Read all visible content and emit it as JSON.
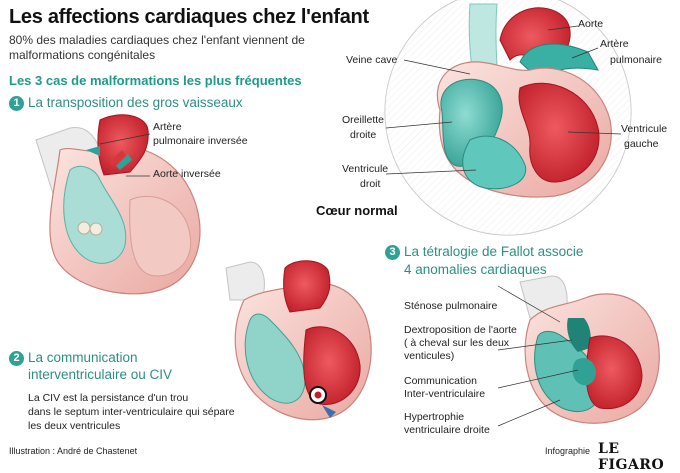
{
  "header": {
    "title": "Les affections cardiaques chez l'enfant",
    "subtitle": "80% des maladies cardiaques chez l'enfant viennent de malformations congénitales",
    "section_title": "Les 3 cas de malformations les plus fréquentes"
  },
  "normal_heart": {
    "caption": "Cœur normal",
    "labels": {
      "aorte": "Aorte",
      "artere_pulmonaire_1": "Artère",
      "artere_pulmonaire_2": "pulmonaire",
      "veine_cave": "Veine cave",
      "oreillette_1": "Oreillette",
      "oreillette_2": "droite",
      "ventricule_gauche_1": "Ventricule",
      "ventricule_gauche_2": "gauche",
      "ventricule_droit_1": "Ventricule",
      "ventricule_droit_2": "droit"
    }
  },
  "case1": {
    "number": "1",
    "title": "La transposition des gros vaisseaux",
    "labels": {
      "artere_1": "Artère",
      "artere_2": "pulmonaire inversée",
      "aorte": "Aorte inversée"
    }
  },
  "case2": {
    "number": "2",
    "title_1": "La communication",
    "title_2": "interventriculaire ou CIV",
    "description": [
      "La CIV est la persistance d'un trou",
      "dans le septum inter-ventriculaire qui sépare",
      "les deux ventricules"
    ]
  },
  "case3": {
    "number": "3",
    "title_1": "La tétralogie de Fallot associe",
    "title_2": "4 anomalies cardiaques",
    "anomalies": {
      "stenose": "Sténose pulmonaire",
      "dextro_1": "Dextroposition de l'aorte",
      "dextro_2": "( à cheval sur les deux",
      "dextro_3": "venticules)",
      "comm_1": "Communication",
      "comm_2": "Inter-ventriculaire",
      "hyper_1": "Hypertrophie",
      "hyper_2": "ventriculaire droite"
    }
  },
  "footer": {
    "credit": "Illustration : André de Chastenet",
    "infographie": "Infographie",
    "logo": "LE FIGARO"
  },
  "colors": {
    "accent_teal": "#2fa195",
    "heart_red": "#d8363f",
    "heart_pink": "#f2c4bf",
    "heart_teal": "#4dbfb3"
  }
}
